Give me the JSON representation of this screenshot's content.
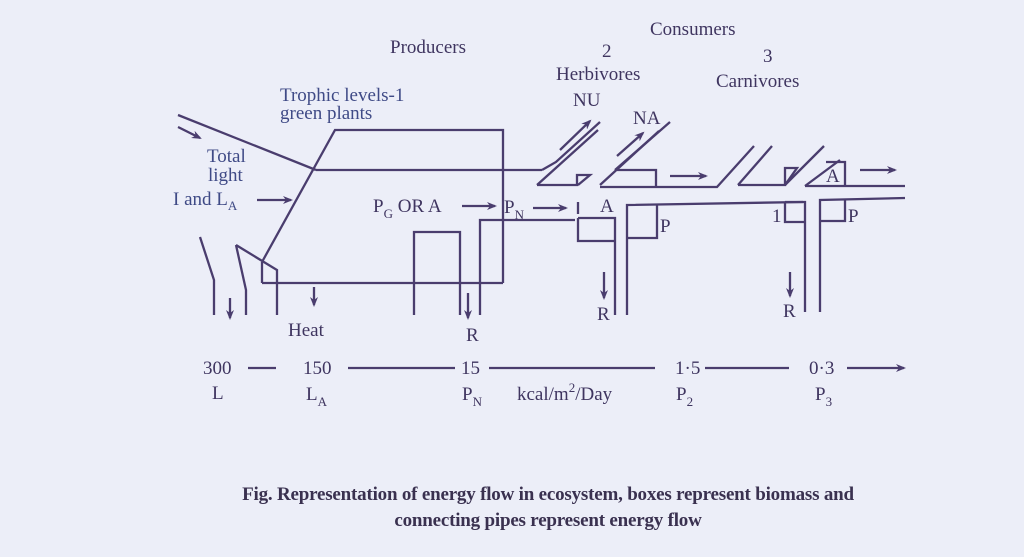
{
  "diagram": {
    "title_labels": {
      "producers": "Producers",
      "consumers": "Consumers",
      "trophic_level_1": "Trophic levels-1",
      "green_plants": "green plants",
      "level_2_number": "2",
      "herbivores": "Herbivores",
      "level_3_number": "3",
      "carnivores": "Carnivores"
    },
    "flow_labels": {
      "nu": "NU",
      "na": "NA",
      "total": "Total",
      "light": "light",
      "i_and": "I and L",
      "i_and_sub": "A",
      "pg": "P",
      "pg_sub": "G",
      "or_a": " OR A",
      "pn": "P",
      "pn_sub": "N",
      "herb_i": "I",
      "herb_a": "A",
      "herb_p": "P",
      "carn_i": "1",
      "carn_a": "A",
      "carn_p": "P",
      "heat": "Heat",
      "r_producer": "R",
      "r_herbivore": "R",
      "r_carnivore": "R"
    },
    "energy_scale": {
      "unit": "kcal/m",
      "unit_sup": "2",
      "unit_tail": "/Day",
      "values": [
        {
          "value": "300",
          "label": "L",
          "label_sub": ""
        },
        {
          "value": "150",
          "label": "L",
          "label_sub": "A"
        },
        {
          "value": "15",
          "label": "P",
          "label_sub": "N"
        },
        {
          "value": "1·5",
          "label": "P",
          "label_sub": "2"
        },
        {
          "value": "0·3",
          "label": "P",
          "label_sub": "3"
        }
      ]
    },
    "caption": {
      "line1": "Fig. Representation of energy flow in ecosystem, boxes represent biomass and",
      "line2": "connecting pipes represent energy flow"
    }
  },
  "colors": {
    "ink": "#4a3d6e",
    "paper": "#eceef8",
    "label_blue": "#3f4a86"
  }
}
